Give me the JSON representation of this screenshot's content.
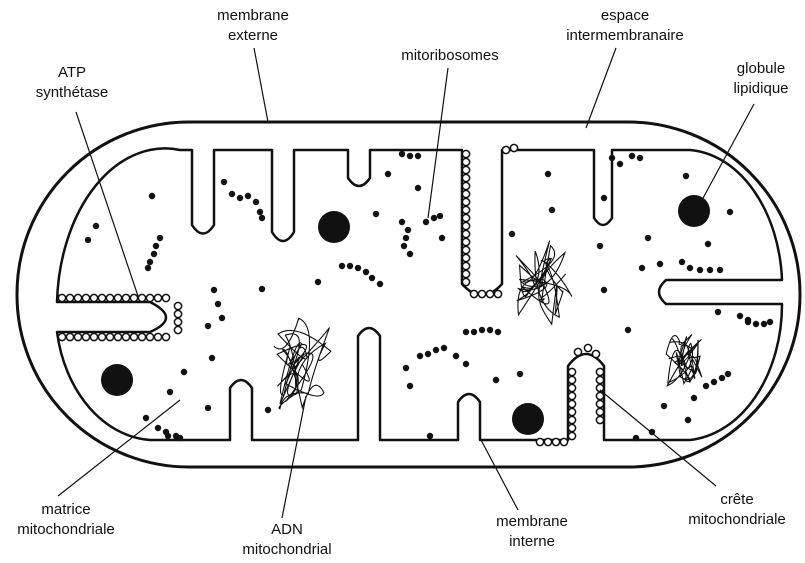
{
  "colors": {
    "background": "#ffffff",
    "ink": "#111111"
  },
  "labels": {
    "membrane_externe": [
      "membrane",
      "externe"
    ],
    "espace_intermembranaire": [
      "espace",
      "intermembranaire"
    ],
    "atp_synthetase": [
      "ATP",
      "synthétase"
    ],
    "mitoribosomes": [
      "mitoribosomes"
    ],
    "globule_lipidique": [
      "globule",
      "lipidique"
    ],
    "matrice_mitochondriale": [
      "matrice",
      "mitochondriale"
    ],
    "adn_mitochondrial": [
      "ADN",
      "mitochondrial"
    ],
    "membrane_interne": [
      "membrane",
      "interne"
    ],
    "crete_mitochondriale": [
      "crête",
      "mitochondriale"
    ]
  }
}
